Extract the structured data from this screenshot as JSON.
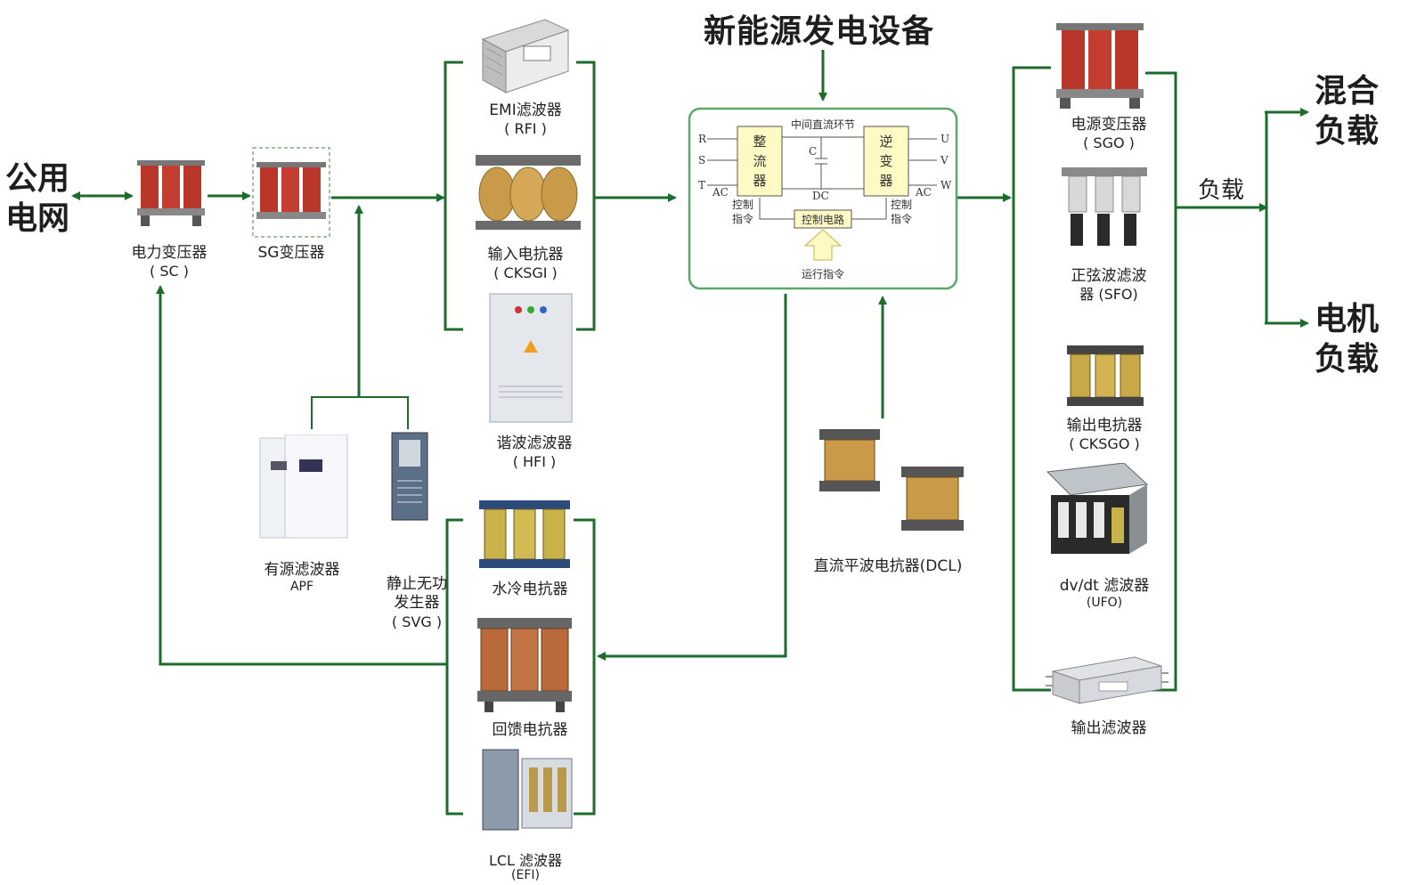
{
  "title": "新能源发电设备",
  "grid": {
    "line1": "公用",
    "line2": "电网"
  },
  "load_mixed": {
    "line1": "混合",
    "line2": "负载"
  },
  "load_motor": {
    "line1": "电机",
    "line2": "负载"
  },
  "load_label": "负载",
  "devices": {
    "sc": {
      "name": "电力变压器",
      "code": "( SC )"
    },
    "sg": {
      "name": "SG变压器"
    },
    "emi": {
      "name": "EMI滤波器",
      "code": "( RFI )"
    },
    "cksgi": {
      "name": "输入电抗器",
      "code": "( CKSGI )"
    },
    "hfi": {
      "name": "谐波滤波器",
      "code": "( HFI )"
    },
    "apf": {
      "name": "有源滤波器",
      "code": "APF"
    },
    "svg": {
      "name1": "静止无功",
      "name2": "发生器",
      "code": "( SVG )"
    },
    "water": {
      "name": "水冷电抗器"
    },
    "feedback": {
      "name": "回馈电抗器"
    },
    "lcl": {
      "name": "LCL 滤波器",
      "code": "(EFI)"
    },
    "dcl": {
      "name": "直流平波电抗器(DCL)"
    },
    "sgo": {
      "name": "电源变压器",
      "code": "( SGO )"
    },
    "sfo": {
      "name1": "正弦波滤波",
      "name2": "器 (SFO)"
    },
    "cksgo": {
      "name": "输出电抗器",
      "code": "( CKSGO )"
    },
    "ufo": {
      "name": "dv/dt 滤波器",
      "code": "(UFO)"
    },
    "output_filter": {
      "name": "输出滤波器"
    }
  },
  "converter": {
    "dc_link_label": "中间直流环节",
    "rectifier": [
      "整",
      "流",
      "器"
    ],
    "inverter": [
      "逆",
      "变",
      "器"
    ],
    "inputs": [
      "R",
      "S",
      "T"
    ],
    "outputs": [
      "U",
      "V",
      "W"
    ],
    "ac_left": "AC",
    "ac_right": "AC",
    "dc": "DC",
    "cap": "C",
    "ctrl_left_1": "控制",
    "ctrl_left_2": "指令",
    "ctrl_right_1": "控制",
    "ctrl_right_2": "指令",
    "ctrl_circuit": "控制电路",
    "run_cmd": "运行指令"
  },
  "colors": {
    "line": "#1e6b2e",
    "transformer_red": "#b8362a",
    "coil_gold": "#c89a4a",
    "cabinet": "#e4e8ec",
    "highlight": "#fff9c4"
  }
}
